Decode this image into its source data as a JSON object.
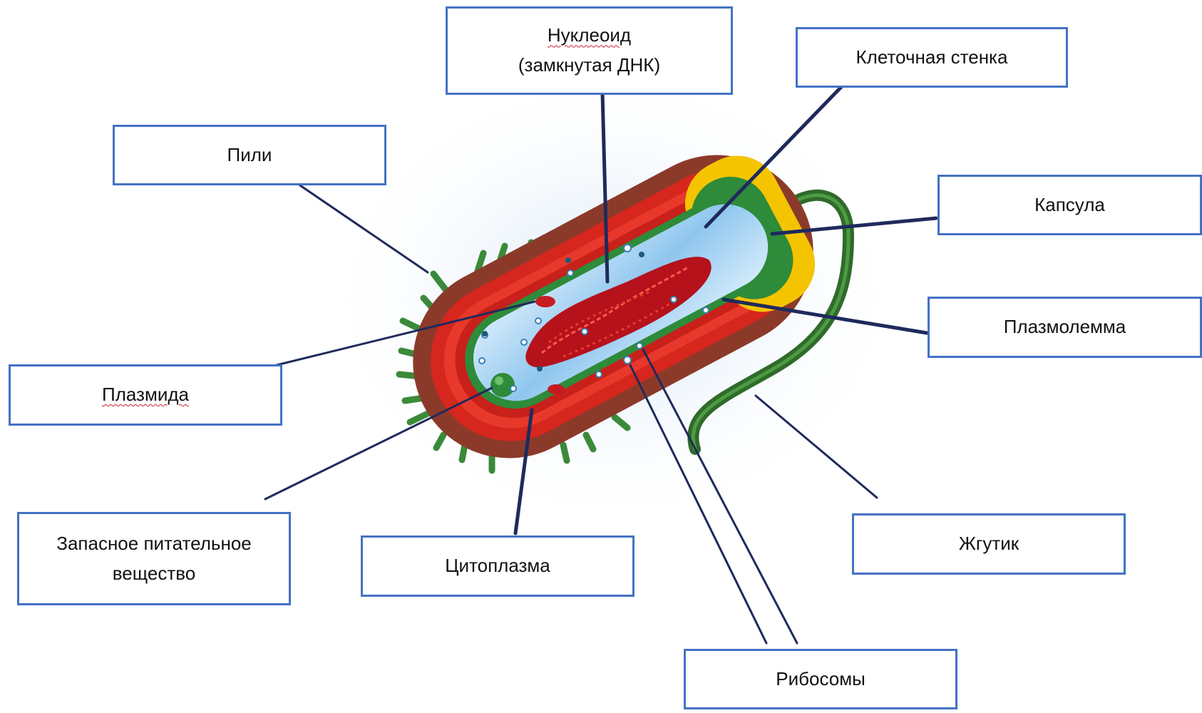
{
  "colors": {
    "box_border": "#4472c4",
    "leader_line": "#1f2a5c",
    "capsule": "#8b3a2a",
    "cell_wall": "#d6261d",
    "plasmolemma_yellow": "#f5c400",
    "plasmolemma_green": "#2e8b3a",
    "cytoplasm": "#a8d4f2",
    "nucleoid": "#b5121b",
    "flagellum": "#2f6b2a",
    "spellcheck_underline": "#d0202a"
  },
  "labels": {
    "nucleoid_line1": "Нуклеоид",
    "nucleoid_line2": "(замкнутая ДНК)",
    "cell_wall": "Клеточная стенка",
    "pili": "Пили",
    "capsule": "Капсула",
    "plasmolemma": "Плазмолемма",
    "plasmid": "Плазмида",
    "reserve_line1": "Запасное питательное",
    "reserve_line2": "вещество",
    "cytoplasm": "Цитоплазма",
    "flagellum": "Жгутик",
    "ribosomes": "Рибосомы"
  }
}
